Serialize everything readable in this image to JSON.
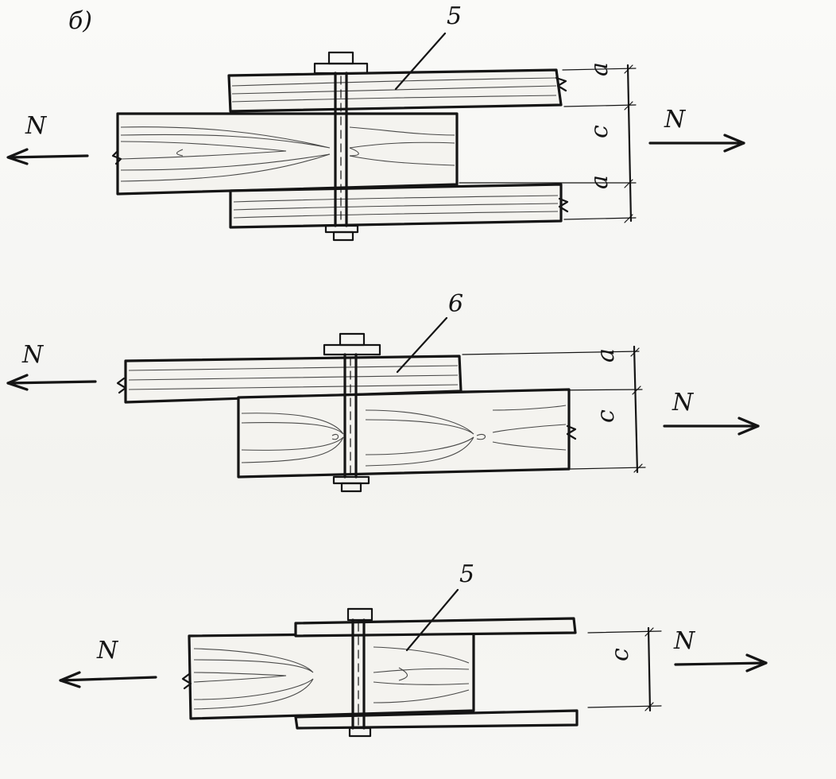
{
  "figure_tag": "б)",
  "details": [
    {
      "id": "joint-top",
      "member_number": "5",
      "force_left": "N",
      "force_right": "N",
      "dimensions": [
        "a",
        "c",
        "a"
      ]
    },
    {
      "id": "joint-middle",
      "member_number": "6",
      "force_left": "N",
      "force_right": "N",
      "dimensions": [
        "a",
        "c"
      ]
    },
    {
      "id": "joint-bottom",
      "member_number": "5",
      "force_left": "N",
      "force_right": "N",
      "dimensions": [
        "c"
      ]
    }
  ]
}
